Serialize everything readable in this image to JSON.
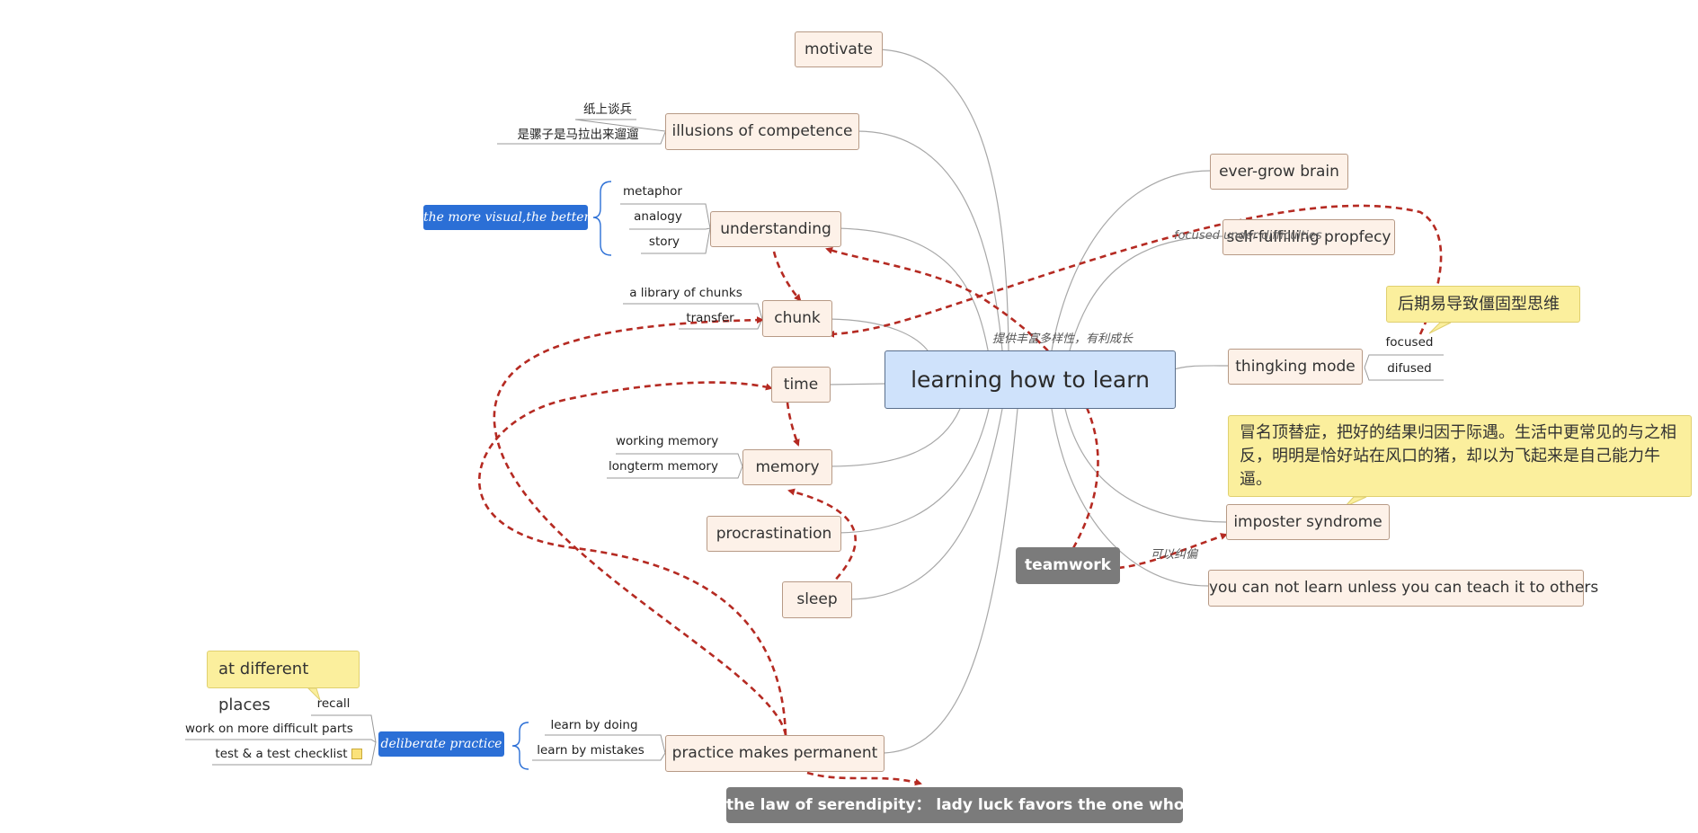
{
  "central": "learning how to learn",
  "branches": {
    "motivate": "motivate",
    "illusions": "illusions of competence",
    "understanding": "understanding",
    "chunk": "chunk",
    "time": "time",
    "memory": "memory",
    "procrastination": "procrastination",
    "sleep": "sleep",
    "practice": "practice makes permanent",
    "ever_grow": "ever-grow brain",
    "self_fulfilling": "self-fulfilling propfecy",
    "thinking_mode": "thingking mode",
    "imposter": "imposter syndrome",
    "teach": "you can not learn unless you can teach it to others"
  },
  "leaves": {
    "illusions_1": "纸上谈兵",
    "illusions_2": "是骡子是马拉出来遛遛",
    "understanding_1": "metaphor",
    "understanding_2": "analogy",
    "understanding_3": "story",
    "chunk_1": "a library of chunks",
    "chunk_2": "transfer",
    "memory_1": "working memory",
    "memory_2": "longterm memory",
    "practice_1": "learn by doing",
    "practice_2": "learn by mistakes",
    "deliberate_1": "recall",
    "deliberate_2": "work on more difficult parts",
    "deliberate_3": "test & a test checklist",
    "mode_1": "focused",
    "mode_2": "difused"
  },
  "summaries": {
    "visual": "the more visual,the better",
    "deliberate": "deliberate practice"
  },
  "floating": {
    "teamwork": "teamwork",
    "serendipity": "the law of serendipity： lady luck favors the one who tries"
  },
  "notes": {
    "places": "at different places",
    "rigid": "后期易导致僵固型思维",
    "imposter": "冒名顶替症，把好的结果归因于际遇。生活中更常见的与之相反，明明是恰好站在风口的猪，却以为飞起来是自己能力牛逼。"
  },
  "relationship_labels": {
    "diversity": "提供丰富多样性，有利成长",
    "correct": "可以纠偏",
    "focused_under": "focused under difficulties"
  },
  "colors": {
    "node_fill": "#fdf1e8",
    "node_border": "#b79a86",
    "root_fill": "#cfe2fb",
    "summary_blue": "#2b6fd6",
    "note_yellow": "#fbef9d",
    "float_gray": "#7b7b7b",
    "relationship_red": "#b52a22",
    "connector_gray": "#999999"
  }
}
